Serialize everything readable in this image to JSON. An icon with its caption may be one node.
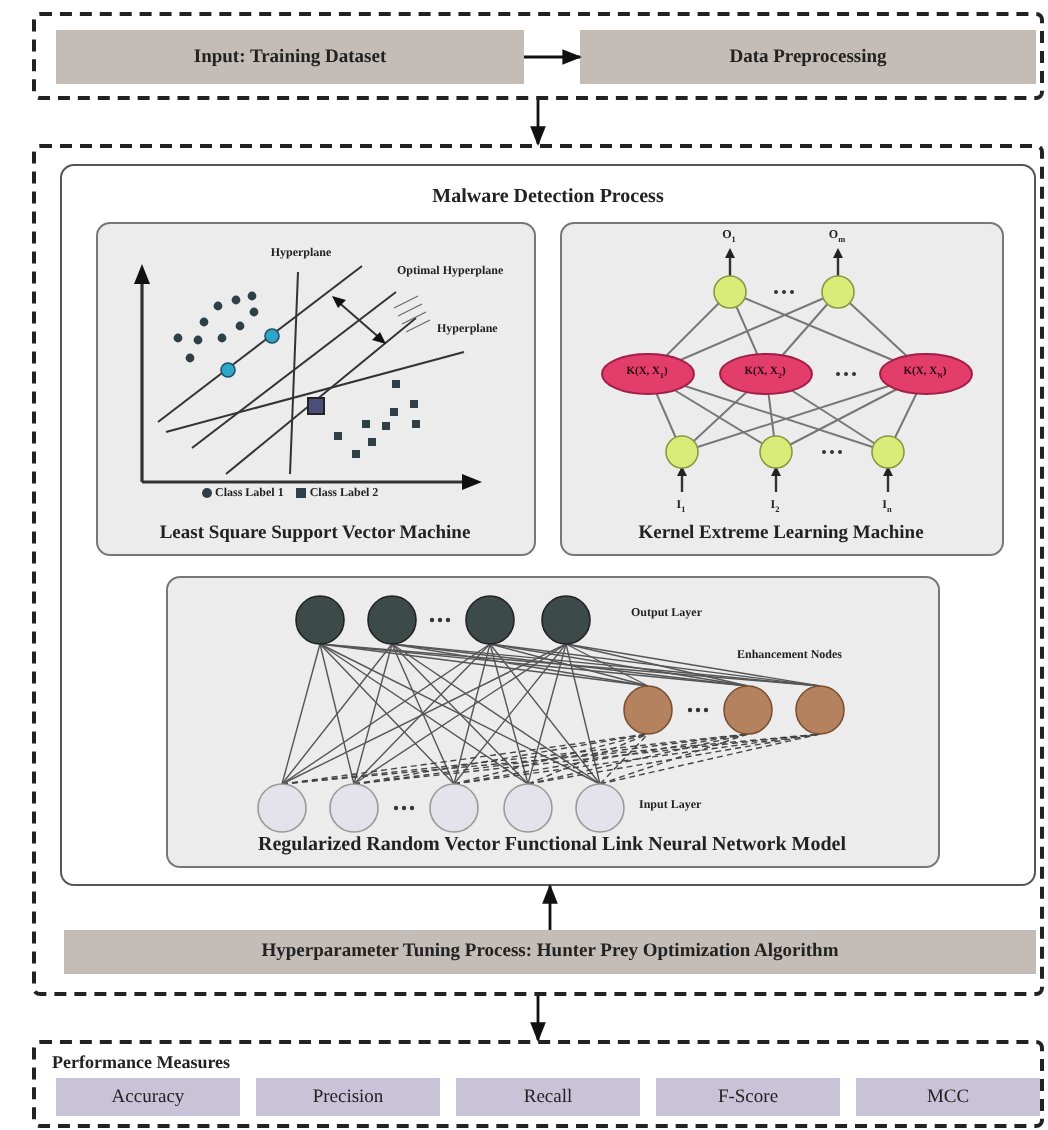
{
  "diagram": {
    "nodes": [
      {
        "text": [],
        "shape": "box"
      },
      {
        "text": [
          "Input: Training Dataset"
        ],
        "in": 0
      },
      {
        "text": [
          "Data Preprocessing"
        ],
        "in": 0
      },
      {
        "text": [],
        "shape": "box"
      },
      {
        "text": [
          "Malware Detection Process"
        ],
        "in": 3
      },
      {
        "text": [
          "Least Square Support Vector Machine"
        ],
        "in": 4
      },
      {
        "text": [
          "Kernel Extreme Learning Machine"
        ],
        "in": 4
      },
      {
        "text": [
          "Regularized Random Vector Functional Link Neural Network Model"
        ],
        "in": 4
      },
      {
        "text": [
          "Hyperparameter Tuning Process: Hunter Prey Optimization Algorithm"
        ],
        "in": 3
      },
      {
        "text": [
          "Performance Measures"
        ]
      },
      {
        "text": [
          "Accuracy"
        ],
        "in": 9
      },
      {
        "text": [
          "Precision"
        ],
        "in": 9
      },
      {
        "text": [
          "Recall"
        ],
        "in": 9
      },
      {
        "text": [
          "F-Score"
        ],
        "in": 9
      },
      {
        "text": [
          "MCC"
        ],
        "in": 9
      }
    ],
    "edges": [
      {
        "from": 1,
        "to": 2,
        "arrow": "to"
      },
      {
        "from": 0,
        "to": 3,
        "arrow": "to"
      },
      {
        "from": 8,
        "to": 4,
        "arrow": "to"
      },
      {
        "from": 3,
        "to": 9,
        "arrow": "to"
      }
    ],
    "labels": [
      "Hyperplane",
      "Optimal Hyperplane",
      "Hyperplane",
      "O$_{1}$",
      "O$_{m}$",
      "K(X, X$_{1}$)",
      "K(X, X$_{2}$)",
      "K(X, X$_{N}$)",
      "I$_{1}$",
      "I$_{2}$",
      "I$_{n}$",
      "Output Layer",
      "Enhancement Nodes",
      "Input Layer"
    ],
    "legend": [
      {
        "text": "Class Label 1"
      },
      {
        "text": "Class Label 2"
      }
    ]
  }
}
